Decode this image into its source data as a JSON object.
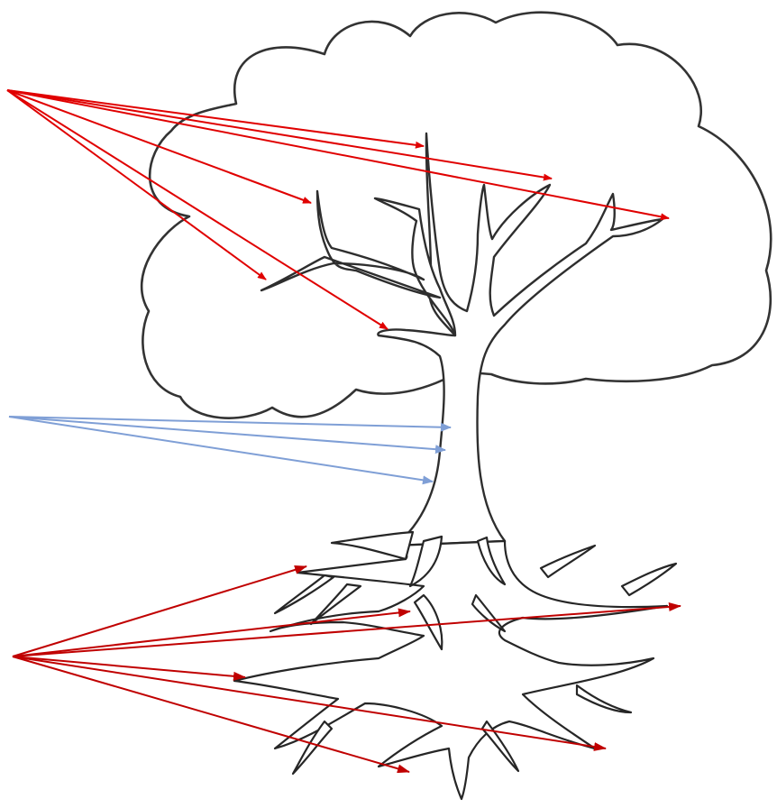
{
  "diagram": {
    "subject": "tree-outline-with-pointer-arrows",
    "colors": {
      "background": "#ffffff",
      "outline": "#333333",
      "branch_arrows": "#e00000",
      "trunk_arrows": "#7f9fd6",
      "root_arrows": "#c00000"
    },
    "arrow_groups": [
      {
        "id": "branch-arrows",
        "target_part": "branches",
        "color_key": "branch_arrows",
        "count": 6
      },
      {
        "id": "trunk-arrows",
        "target_part": "trunk",
        "color_key": "trunk_arrows",
        "count": 3
      },
      {
        "id": "root-arrows",
        "target_part": "roots",
        "color_key": "root_arrows",
        "count": 6
      }
    ]
  }
}
